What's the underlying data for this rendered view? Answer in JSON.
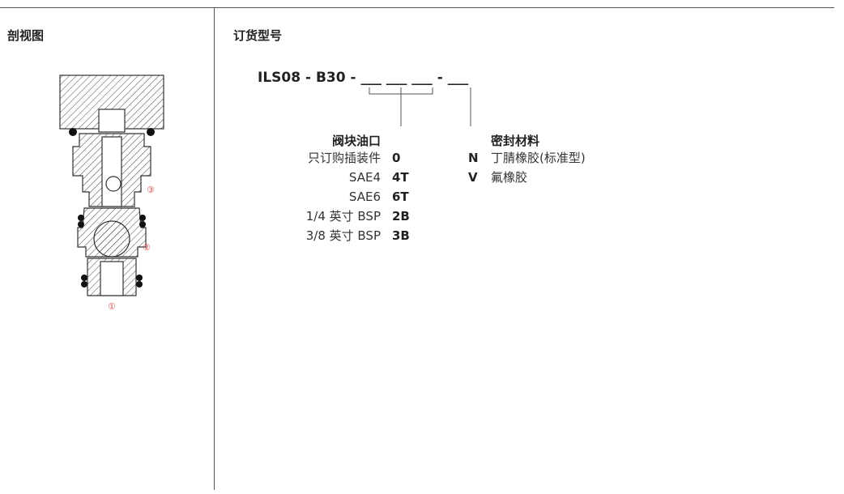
{
  "sections": {
    "cross_section": "剖视图",
    "ordering_code": "订货型号"
  },
  "model_code": "ILS08 - B30 - ___ ___ ___ - ___",
  "port": {
    "title": "阀块油口",
    "options": [
      {
        "label": "只订购插装件",
        "code": "0"
      },
      {
        "label": "SAE4",
        "code": "4T"
      },
      {
        "label": "SAE6",
        "code": "6T"
      },
      {
        "label": "1/4 英寸 BSP",
        "code": "2B"
      },
      {
        "label": "3/8 英寸 BSP",
        "code": "3B"
      }
    ]
  },
  "seal": {
    "title": "密封材料",
    "options": [
      {
        "code": "N",
        "label": "丁腈橡胶(标准型)"
      },
      {
        "code": "V",
        "label": "氟橡胶"
      }
    ]
  },
  "callouts": [
    "①",
    "②",
    "③"
  ]
}
